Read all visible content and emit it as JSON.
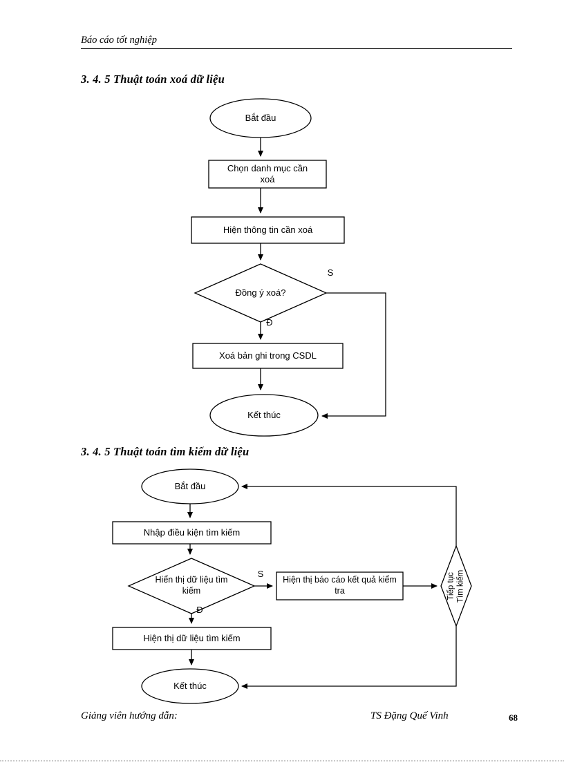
{
  "page": {
    "header_title": "Báo cáo tốt nghiệp",
    "footer_left": "Giảng viên hướng dẫn:",
    "footer_right": "TS Đặng Quế Vinh",
    "page_number": "68"
  },
  "delete_section": {
    "heading": "3. 4. 5 Thuật toán xoá dữ liệu",
    "start": "Bắt đầu",
    "select_step": "Chọn danh mục cần xoá",
    "show_info_step": "Hiện thông tin cần xoá",
    "confirm_decision": "Đồng ý xoá?",
    "branch_no": "S",
    "branch_yes": "Đ",
    "delete_step": "Xoá bản ghi trong CSDL",
    "end": "Kết thúc"
  },
  "search_section": {
    "heading": "3. 4. 5 Thuật toán tìm kiếm dữ liệu",
    "start": "Bắt đầu",
    "input_step": "Nhập điều kiện tìm kiếm",
    "display_decision": "Hiển thị dữ liệu tìm kiếm",
    "branch_no": "S",
    "branch_yes": "Đ",
    "report_step": "Hiện thị báo cáo kết quả kiểm tra",
    "continue_decision": "Tiếp tục Tìm kiếm",
    "display_step": "Hiện thị dữ liệu tìm kiếm",
    "end": "Kết thúc"
  }
}
